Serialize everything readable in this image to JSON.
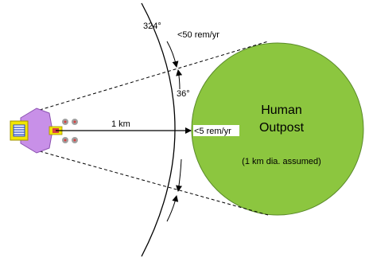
{
  "labels": {
    "angle_outer": "324°",
    "dose_outer": "<50 rem/yr",
    "angle_inner": "36°",
    "distance": "1 km",
    "dose_inner": "<5 rem/yr",
    "outpost_line1": "Human",
    "outpost_line2": "Outpost",
    "outpost_note": "(1 km dia. assumed)"
  },
  "colors": {
    "outpost_fill": "#8cc63f",
    "outpost_stroke": "#5a8a2a",
    "shield_fill": "#c890e8",
    "shield_stroke": "#8a50b0",
    "radiator_fill": "#f2e600",
    "reactor_fill": "#2040c0",
    "line": "#000000"
  }
}
